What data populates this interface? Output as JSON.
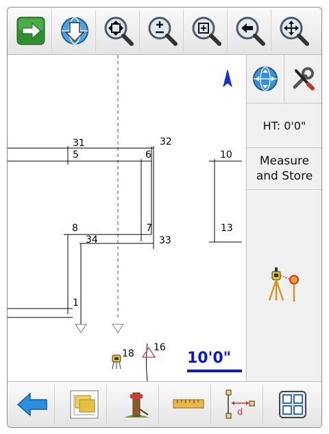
{
  "toolbar": {
    "buttons": [
      {
        "name": "next-button",
        "icon": "green-arrow-right-icon"
      },
      {
        "name": "download-button",
        "icon": "globe-download-icon"
      },
      {
        "name": "zoom-extents-button",
        "icon": "zoom-extents-icon"
      },
      {
        "name": "zoom-in-out-button",
        "icon": "zoom-plus-minus-icon"
      },
      {
        "name": "zoom-window-button",
        "icon": "zoom-window-icon"
      },
      {
        "name": "zoom-previous-button",
        "icon": "zoom-back-icon"
      },
      {
        "name": "pan-button",
        "icon": "zoom-pan-icon"
      }
    ]
  },
  "side_panel": {
    "ht_label": "HT: 0'0\"",
    "measure_line1": "Measure",
    "measure_line2": "and Store"
  },
  "map": {
    "scale_label": "10'0\"",
    "points": [
      "31",
      "32",
      "5",
      "6",
      "10",
      "8",
      "34",
      "7",
      "33",
      "13",
      "1",
      "18",
      "16"
    ],
    "north_color": "#1a2fd6",
    "line_color": "#000000",
    "target_color": "#e03030"
  },
  "bottom_toolbar": {
    "buttons": [
      {
        "name": "back-button",
        "icon": "blue-arrow-left-icon"
      },
      {
        "name": "layers-button",
        "icon": "map-layers-icon"
      },
      {
        "name": "stakeout-button",
        "icon": "survey-stake-icon"
      },
      {
        "name": "measure-tape-button",
        "icon": "ruler-icon"
      },
      {
        "name": "distance-button",
        "icon": "distance-d-icon"
      },
      {
        "name": "menu-grid-button",
        "icon": "grid-menu-icon"
      }
    ]
  }
}
